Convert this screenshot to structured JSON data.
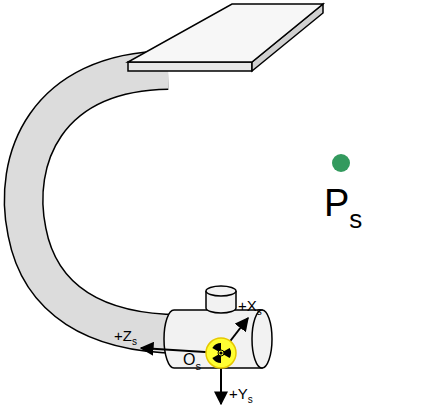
{
  "diagram": {
    "labels": [
      "+X",
      "s",
      "+Z",
      "s",
      "O",
      "s",
      "+Y",
      "s",
      "P",
      "s"
    ]
  }
}
